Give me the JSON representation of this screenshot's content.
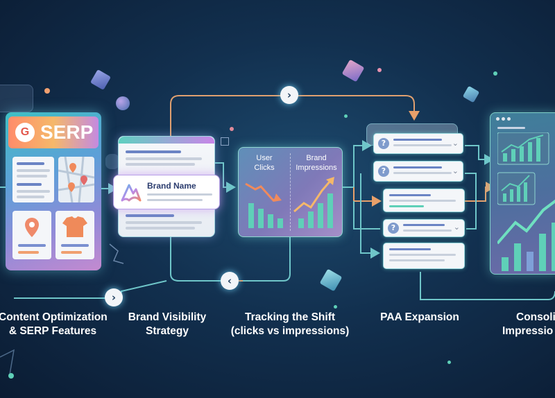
{
  "serp_card": {
    "logo_letter": "G",
    "title": "SERP",
    "caption_line1": "Content Optimization",
    "caption_line2": "& SERP Features"
  },
  "brand_card": {
    "brand_name": "Brand Name",
    "caption_line1": "Brand Visibility",
    "caption_line2": "Strategy"
  },
  "tracking_card": {
    "left_label_line1": "User",
    "left_label_line2": "Clicks",
    "right_label_line1": "Brand",
    "right_label_line2": "Impressions",
    "caption_line1": "Tracking the Shift",
    "caption_line2": "(clicks vs impressions)"
  },
  "paa_card": {
    "caption": "PAA Expansion",
    "question_mark": "?",
    "chevron": "⌄"
  },
  "consolidation_card": {
    "caption_line1": "Consoli",
    "caption_line2": "Impressio"
  },
  "nav": {
    "forward_glyph": "›",
    "back_glyph": "‹"
  },
  "colors": {
    "background": "#12304f",
    "connector": "#6fc6c9",
    "arrow_orange": "#e8a06a",
    "accent_teal": "#5fd0b8",
    "card_gradient_start": "#4fd0c4",
    "card_gradient_end": "#c985e8"
  },
  "icons": [
    "google-logo-icon",
    "map-icon",
    "location-pin-icon",
    "tshirt-icon",
    "brand-logo-icon",
    "trend-down-icon",
    "trend-up-icon",
    "question-icon",
    "chevron-down-icon",
    "chevron-right-icon",
    "chevron-left-icon",
    "cube-icon"
  ]
}
